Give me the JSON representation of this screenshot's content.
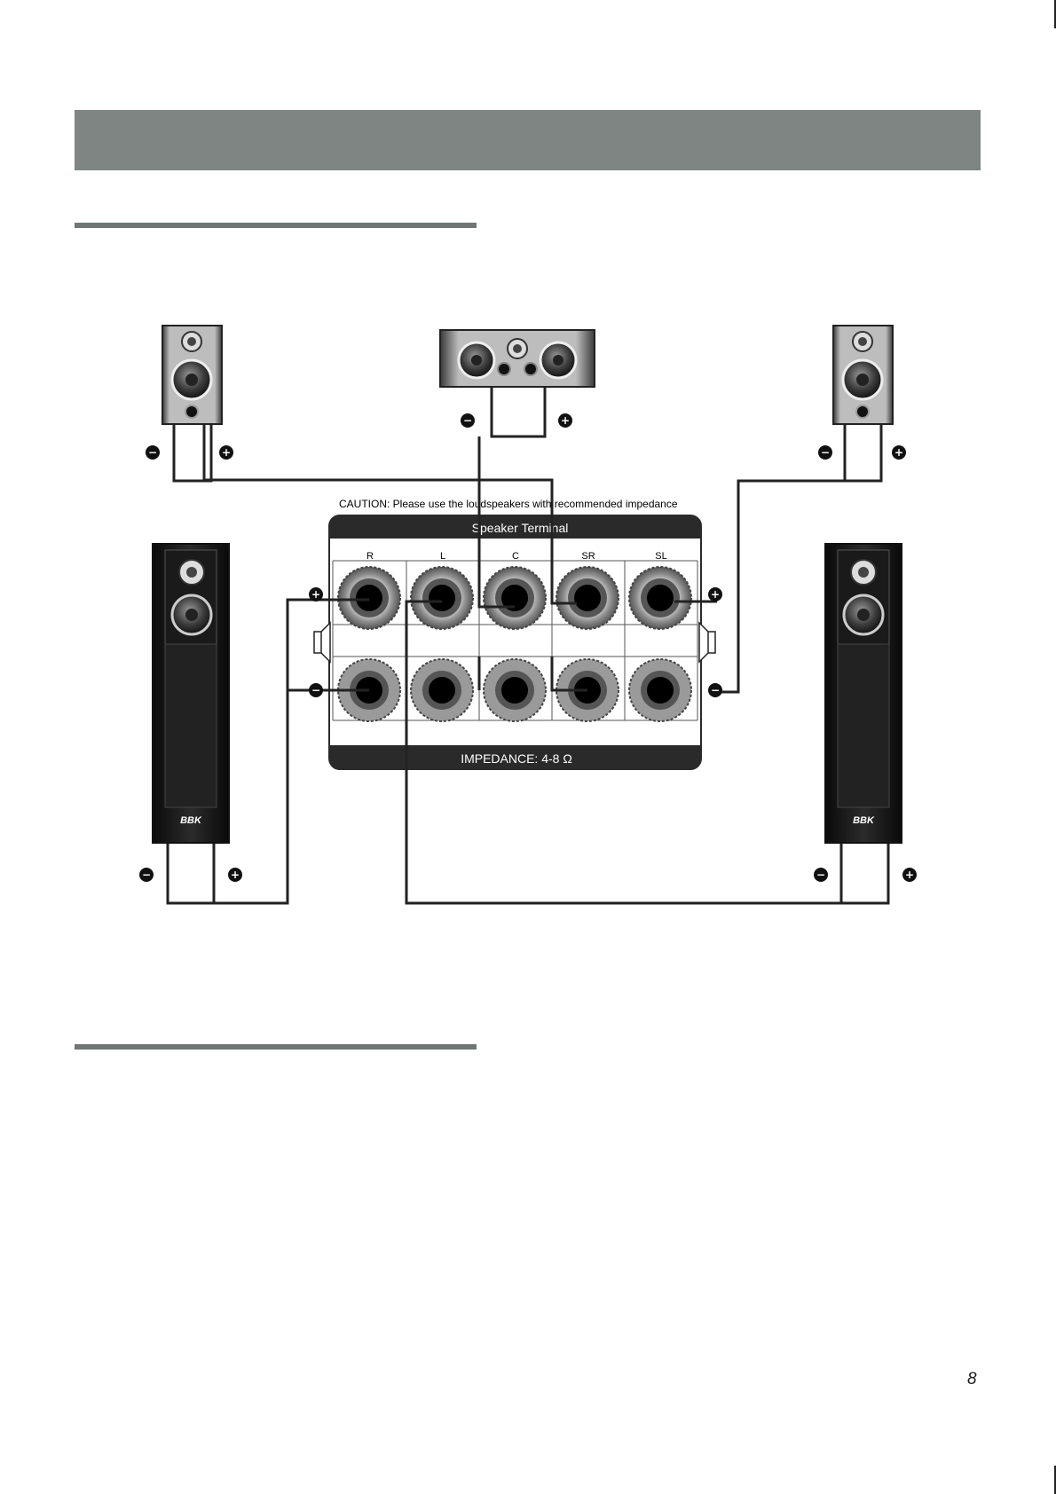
{
  "diagram": {
    "caution": "CAUTION:  Please use the loudspeakers with recommended impedance",
    "terminal_title": "Speaker Terminal",
    "channels": [
      "R",
      "L",
      "C",
      "SR",
      "SL"
    ],
    "impedance": "IMPEDANCE: 4-8 Ω",
    "plus": "+",
    "minus": "−",
    "brand": "BBK"
  },
  "page_number": "8"
}
